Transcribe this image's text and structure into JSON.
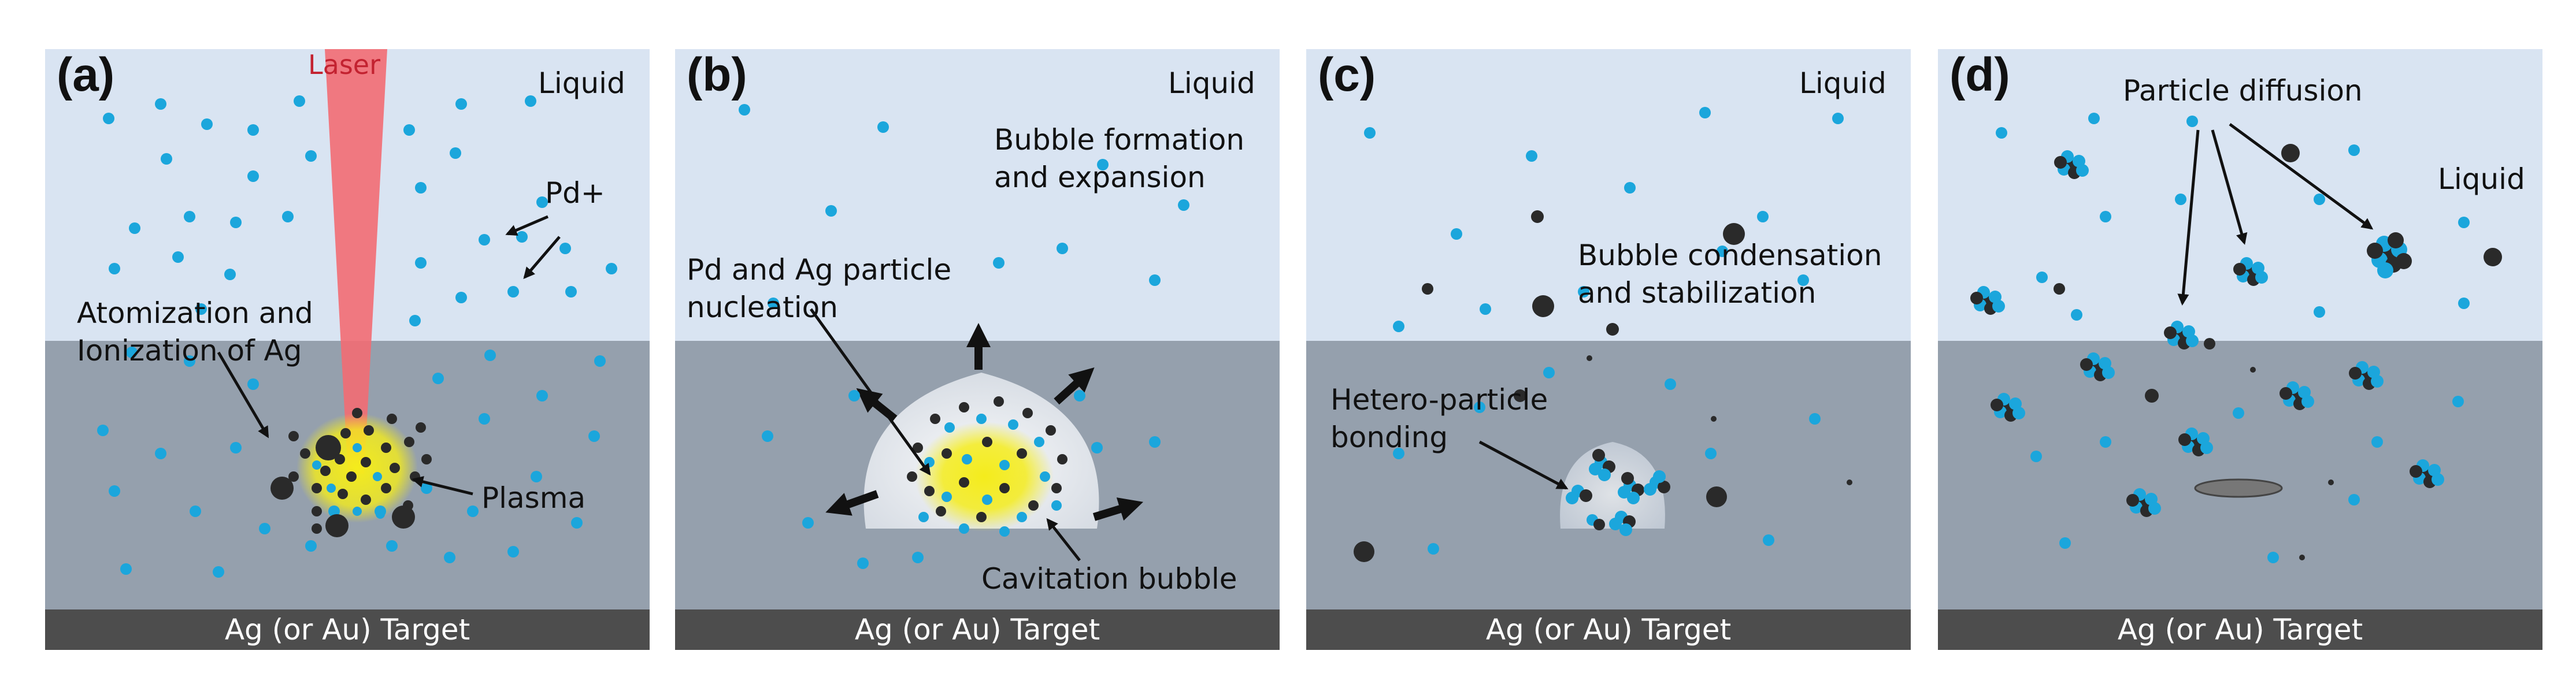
{
  "colors": {
    "liquid": "#d9e4f2",
    "solid": "#95a0ad",
    "target": "#4d4d4d",
    "laser": "#f26b73",
    "blue_particle": "#1ba6dc",
    "dark_particle": "#2a2a2a",
    "plasma": "#f4ec1c"
  },
  "panels": [
    {
      "id": "a",
      "label": "(a)",
      "target": "Ag (or Au) Target",
      "texts": {
        "laser": "Laser",
        "liquid": "Liquid",
        "pd": "Pd+",
        "atomization": "Atomization and\nIonization of Ag",
        "plasma": "Plasma"
      }
    },
    {
      "id": "b",
      "label": "(b)",
      "target": "Ag (or Au) Target",
      "texts": {
        "liquid": "Liquid",
        "bubble": "Bubble formation\nand expansion",
        "nucleation": "Pd and Ag particle\nnucleation",
        "cavitation": "Cavitation bubble"
      }
    },
    {
      "id": "c",
      "label": "(c)",
      "target": "Ag (or Au) Target",
      "texts": {
        "liquid": "Liquid",
        "condensation": "Bubble condensation\nand stabilization",
        "hetero": "Hetero-particle\nbonding"
      }
    },
    {
      "id": "d",
      "label": "(d)",
      "target": "Ag (or Au) Target",
      "texts": {
        "diffusion": "Particle diffusion",
        "liquid": "Liquid"
      }
    }
  ]
}
